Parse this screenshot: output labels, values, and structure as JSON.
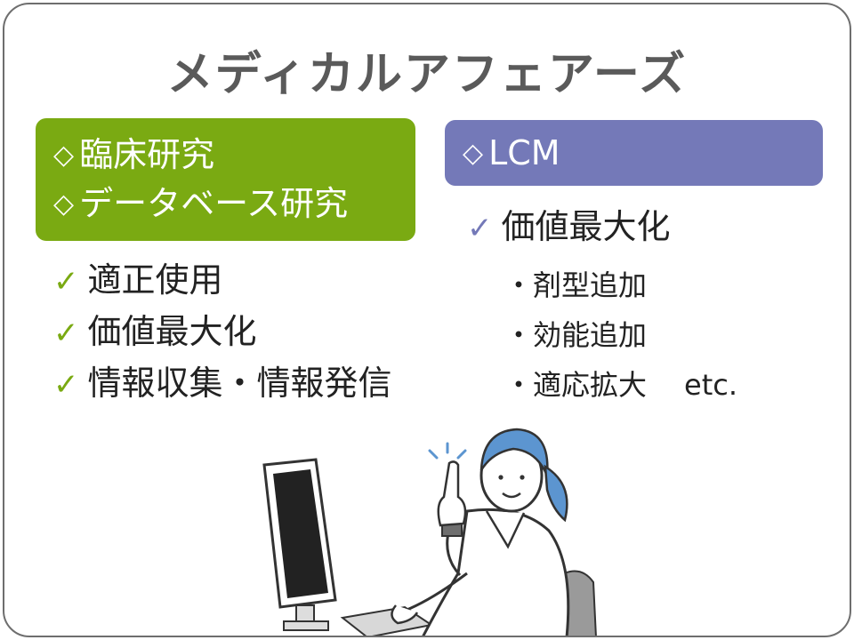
{
  "title": "メディカルアフェアーズ",
  "green_box": {
    "items": [
      "臨床研究",
      "データベース研究"
    ]
  },
  "purple_box": {
    "items": [
      "LCM"
    ]
  },
  "left_list": [
    "適正使用",
    "価値最大化",
    "情報収集・情報発信"
  ],
  "right_list": {
    "main": "価値最大化",
    "subs": [
      "剤型追加",
      "効能追加",
      "適応拡大"
    ],
    "etc": "etc."
  },
  "colors": {
    "green": "#7aaa12",
    "purple": "#7479b8",
    "title": "#5a5a5a",
    "hair": "#5c95d0"
  },
  "icons": [
    "diamond-icon",
    "check-icon",
    "bullet-dot"
  ]
}
